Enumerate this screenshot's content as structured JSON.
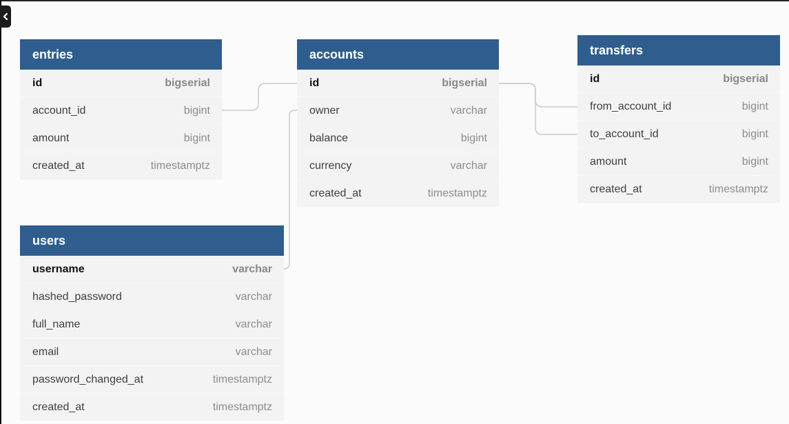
{
  "tables": [
    {
      "name": "entries",
      "fields": [
        {
          "name": "id",
          "type": "bigserial",
          "pk": true
        },
        {
          "name": "account_id",
          "type": "bigint"
        },
        {
          "name": "amount",
          "type": "bigint"
        },
        {
          "name": "created_at",
          "type": "timestamptz"
        }
      ]
    },
    {
      "name": "accounts",
      "fields": [
        {
          "name": "id",
          "type": "bigserial",
          "pk": true
        },
        {
          "name": "owner",
          "type": "varchar"
        },
        {
          "name": "balance",
          "type": "bigint"
        },
        {
          "name": "currency",
          "type": "varchar"
        },
        {
          "name": "created_at",
          "type": "timestamptz"
        }
      ]
    },
    {
      "name": "transfers",
      "fields": [
        {
          "name": "id",
          "type": "bigserial",
          "pk": true
        },
        {
          "name": "from_account_id",
          "type": "bigint"
        },
        {
          "name": "to_account_id",
          "type": "bigint"
        },
        {
          "name": "amount",
          "type": "bigint"
        },
        {
          "name": "created_at",
          "type": "timestamptz"
        }
      ]
    },
    {
      "name": "users",
      "fields": [
        {
          "name": "username",
          "type": "varchar",
          "pk": true
        },
        {
          "name": "hashed_password",
          "type": "varchar"
        },
        {
          "name": "full_name",
          "type": "varchar"
        },
        {
          "name": "email",
          "type": "varchar"
        },
        {
          "name": "password_changed_at",
          "type": "timestamptz"
        },
        {
          "name": "created_at",
          "type": "timestamptz"
        }
      ]
    }
  ],
  "relationships": [
    {
      "from": "entries.account_id",
      "to": "accounts.id"
    },
    {
      "from": "transfers.from_account_id",
      "to": "accounts.id"
    },
    {
      "from": "transfers.to_account_id",
      "to": "accounts.id"
    },
    {
      "from": "accounts.owner",
      "to": "users.username"
    }
  ],
  "colors": {
    "header": "#2f5e8e",
    "row_background": "#f3f3f3",
    "canvas": "#fbfbfb",
    "connector": "#c9c9c9"
  },
  "icons": {
    "sidebar_toggle": "chevron-left-icon"
  }
}
